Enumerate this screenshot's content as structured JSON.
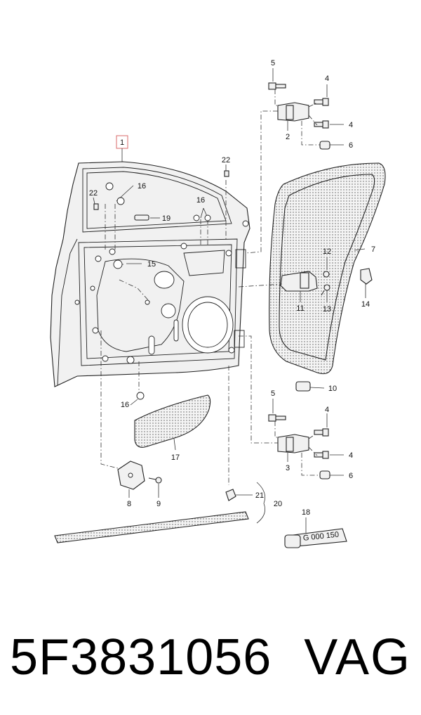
{
  "callouts": [
    {
      "id": "c1",
      "text": "1"
    },
    {
      "id": "c2",
      "text": "2"
    },
    {
      "id": "c3",
      "text": "3"
    },
    {
      "id": "c4a",
      "text": "4"
    },
    {
      "id": "c4b",
      "text": "4"
    },
    {
      "id": "c4c",
      "text": "4"
    },
    {
      "id": "c4d",
      "text": "4"
    },
    {
      "id": "c5a",
      "text": "5"
    },
    {
      "id": "c5b",
      "text": "5"
    },
    {
      "id": "c6a",
      "text": "6"
    },
    {
      "id": "c6b",
      "text": "6"
    },
    {
      "id": "c7",
      "text": "7"
    },
    {
      "id": "c8",
      "text": "8"
    },
    {
      "id": "c9",
      "text": "9"
    },
    {
      "id": "c10",
      "text": "10"
    },
    {
      "id": "c11",
      "text": "11"
    },
    {
      "id": "c12",
      "text": "12"
    },
    {
      "id": "c13",
      "text": "13"
    },
    {
      "id": "c14",
      "text": "14"
    },
    {
      "id": "c15",
      "text": "15"
    },
    {
      "id": "c16a",
      "text": "16"
    },
    {
      "id": "c16b",
      "text": "16"
    },
    {
      "id": "c16c",
      "text": "16"
    },
    {
      "id": "c17",
      "text": "17"
    },
    {
      "id": "c18",
      "text": "18"
    },
    {
      "id": "c19",
      "text": "19"
    },
    {
      "id": "c20",
      "text": "20"
    },
    {
      "id": "c21",
      "text": "21"
    },
    {
      "id": "c22a",
      "text": "22"
    },
    {
      "id": "c22b",
      "text": "22"
    }
  ],
  "tube_label": "G 000 150",
  "footer": {
    "part_number": "5F3831056",
    "brand": "VAG"
  }
}
